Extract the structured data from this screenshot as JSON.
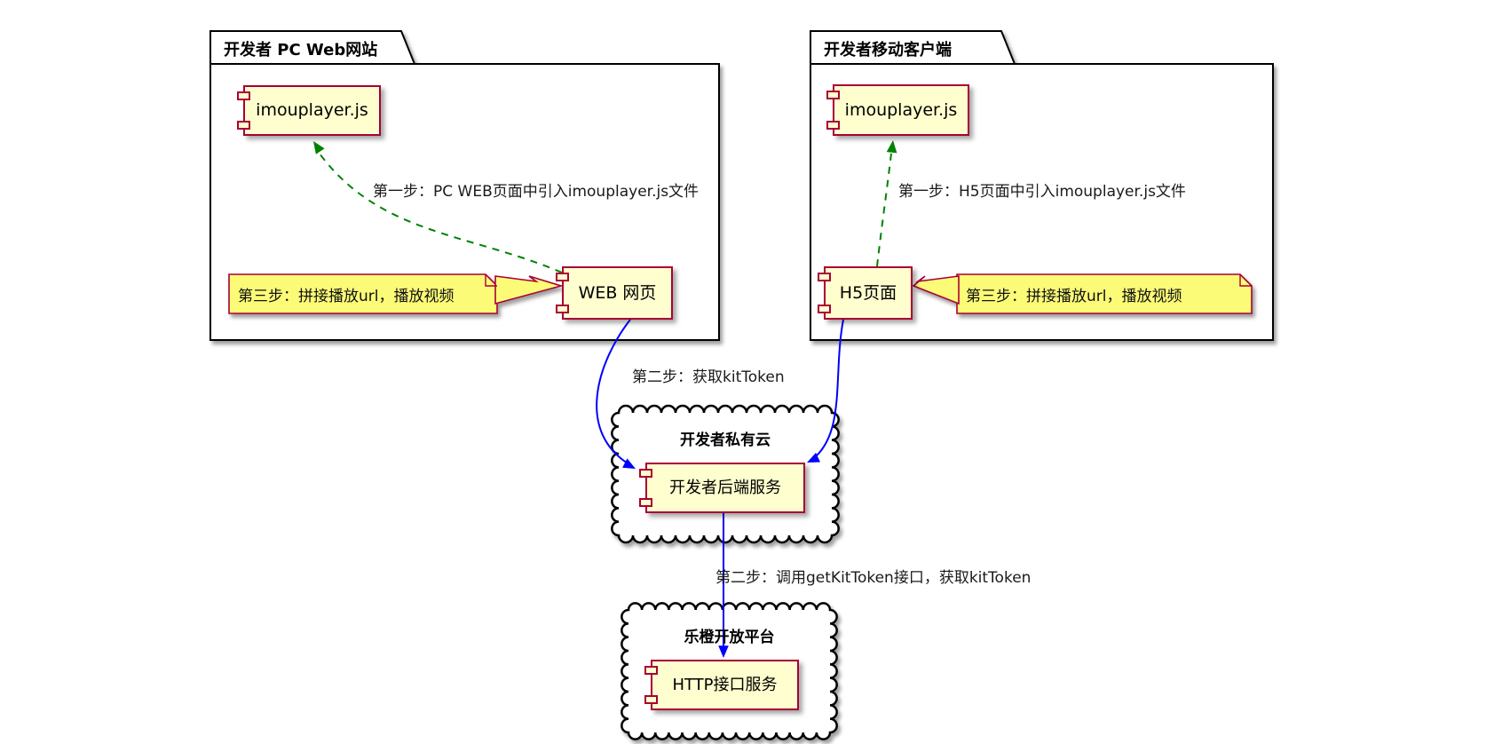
{
  "diagram": {
    "packages": [
      {
        "title": "开发者 PC Web网站",
        "components": [
          {
            "label": "imouplayer.js"
          },
          {
            "label": "WEB 网页"
          }
        ],
        "note": {
          "text": "第三步：拼接播放url，播放视频"
        }
      },
      {
        "title": "开发者移动客户端",
        "components": [
          {
            "label": "imouplayer.js"
          },
          {
            "label": "H5页面"
          }
        ],
        "note": {
          "text": "第三步：拼接播放url，播放视频"
        }
      }
    ],
    "clouds": [
      {
        "title": "开发者私有云",
        "component": {
          "label": "开发者后端服务"
        }
      },
      {
        "title": "乐橙开放平台",
        "component": {
          "label": "HTTP接口服务"
        }
      }
    ],
    "edge_labels": {
      "step1_pc": "第一步：PC WEB页面中引入imouplayer.js文件",
      "step1_h5": "第一步：H5页面中引入imouplayer.js文件",
      "step2_get": "第二步：获取kitToken",
      "step2_call": "第二步：调用getKitToken接口，获取kitToken"
    },
    "colors": {
      "component_fill": "#FEFECE",
      "component_border": "#A80036",
      "note_fill": "#FBFB77",
      "note_border": "#A80036",
      "step1_arrow": "#008200",
      "step2_arrow": "#0000FF",
      "outline": "#000000",
      "background": "#FFFFFF",
      "label_text": "#1A1A1A"
    }
  }
}
